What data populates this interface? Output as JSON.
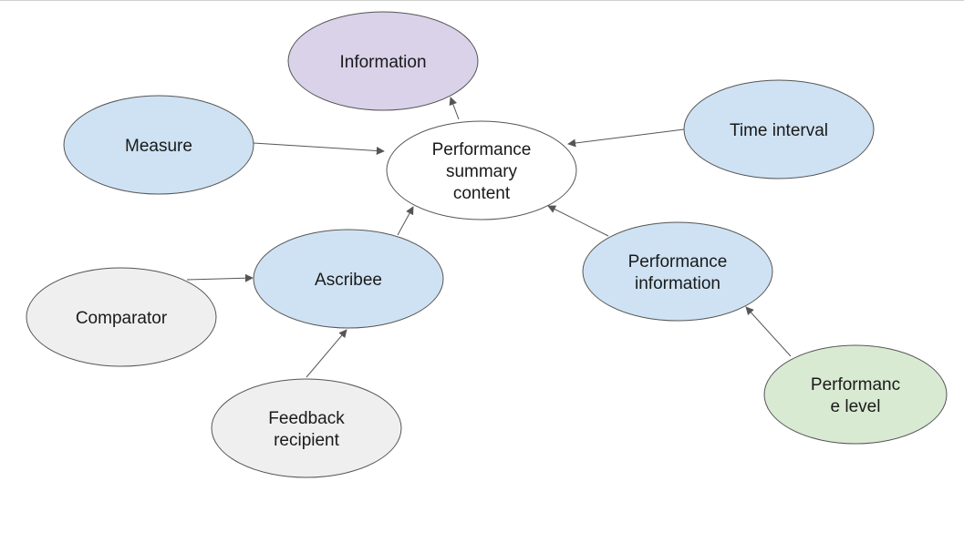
{
  "diagram": {
    "nodes": [
      {
        "id": "information",
        "lines": [
          "Information"
        ],
        "fill": "#d9d2e9"
      },
      {
        "id": "measure",
        "lines": [
          "Measure"
        ],
        "fill": "#cfe2f3"
      },
      {
        "id": "performance-summary-content",
        "lines": [
          "Performance",
          "summary",
          "content"
        ],
        "fill": "#ffffff"
      },
      {
        "id": "time-interval",
        "lines": [
          "Time interval"
        ],
        "fill": "#cfe2f3"
      },
      {
        "id": "ascribee",
        "lines": [
          "Ascribee"
        ],
        "fill": "#cfe2f3"
      },
      {
        "id": "performance-information",
        "lines": [
          "Performance",
          "information"
        ],
        "fill": "#cfe2f3"
      },
      {
        "id": "comparator",
        "lines": [
          "Comparator"
        ],
        "fill": "#efefef"
      },
      {
        "id": "feedback-recipient",
        "lines": [
          "Feedback",
          "recipient"
        ],
        "fill": "#efefef"
      },
      {
        "id": "performance-level",
        "lines": [
          "Performanc",
          "e level"
        ],
        "fill": "#d9ead3"
      }
    ],
    "edges": [
      {
        "from": "performance-summary-content",
        "to": "information"
      },
      {
        "from": "measure",
        "to": "performance-summary-content"
      },
      {
        "from": "time-interval",
        "to": "performance-summary-content"
      },
      {
        "from": "ascribee",
        "to": "performance-summary-content"
      },
      {
        "from": "performance-information",
        "to": "performance-summary-content"
      },
      {
        "from": "comparator",
        "to": "ascribee"
      },
      {
        "from": "feedback-recipient",
        "to": "ascribee"
      },
      {
        "from": "performance-level",
        "to": "performance-information"
      }
    ],
    "colors": {
      "stroke": "#555555",
      "arrow": "#555555",
      "text": "#1a1a1a"
    }
  }
}
